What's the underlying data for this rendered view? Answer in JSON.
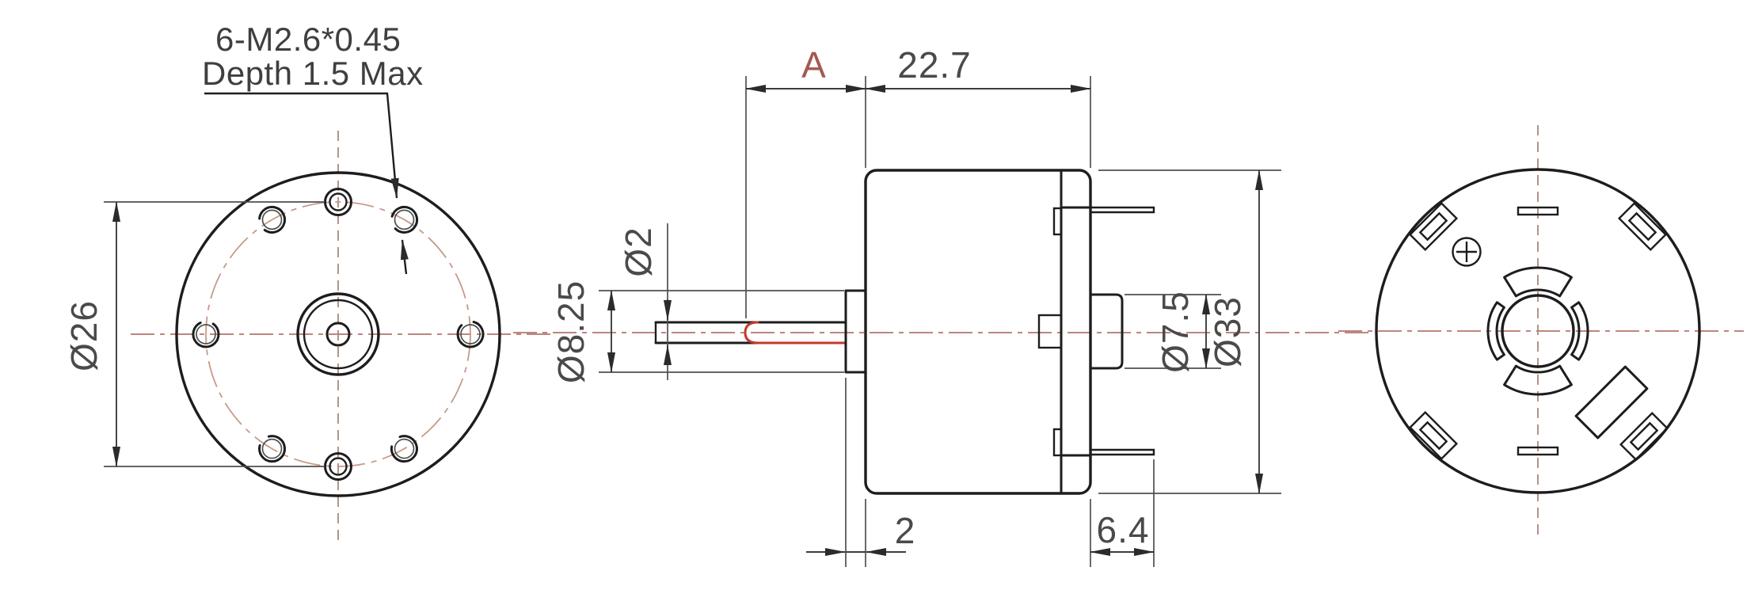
{
  "drawing": {
    "note": {
      "line1": "6-M2.6*0.45",
      "line2": "Depth 1.5 Max"
    },
    "front_view": {
      "bolt_circle_dia": "Ø26"
    },
    "side_view": {
      "shaft_length_label": "A",
      "body_length": "22.7",
      "shaft_dia": "Ø2",
      "front_boss_dia": "Ø8.25",
      "rear_boss_dia": "Ø7.5",
      "body_dia": "Ø33",
      "boss_protrusion": "2",
      "terminal_length": "6.4"
    },
    "colors": {
      "outline": "#1d1d1d",
      "dimension": "#4a4a4a",
      "centerline": "#b5766b",
      "bolt_circle": "#c59a8a",
      "highlight_red": "#c3392b",
      "variable_label": "#a25a50",
      "background": "#ffffff"
    }
  }
}
